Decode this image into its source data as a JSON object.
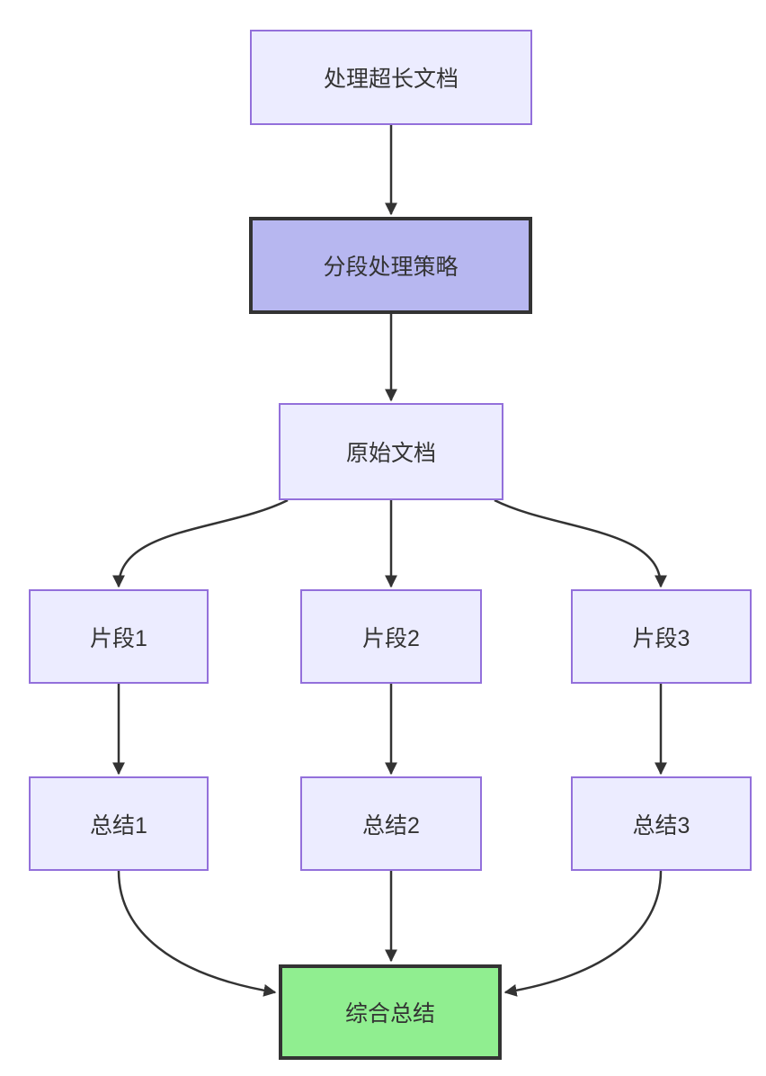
{
  "diagram": {
    "type": "flowchart",
    "direction": "top-down",
    "nodes": [
      {
        "id": "process-long-doc",
        "label": "处理超长文档",
        "style": "default"
      },
      {
        "id": "segmentation-strategy",
        "label": "分段处理策略",
        "style": "highlight"
      },
      {
        "id": "original-doc",
        "label": "原始文档",
        "style": "default"
      },
      {
        "id": "fragment-1",
        "label": "片段1",
        "style": "default"
      },
      {
        "id": "fragment-2",
        "label": "片段2",
        "style": "default"
      },
      {
        "id": "fragment-3",
        "label": "片段3",
        "style": "default"
      },
      {
        "id": "summary-1",
        "label": "总结1",
        "style": "default"
      },
      {
        "id": "summary-2",
        "label": "总结2",
        "style": "default"
      },
      {
        "id": "summary-3",
        "label": "总结3",
        "style": "default"
      },
      {
        "id": "final-summary",
        "label": "综合总结",
        "style": "result"
      }
    ],
    "edges": [
      {
        "from": "process-long-doc",
        "to": "segmentation-strategy"
      },
      {
        "from": "segmentation-strategy",
        "to": "original-doc"
      },
      {
        "from": "original-doc",
        "to": "fragment-1"
      },
      {
        "from": "original-doc",
        "to": "fragment-2"
      },
      {
        "from": "original-doc",
        "to": "fragment-3"
      },
      {
        "from": "fragment-1",
        "to": "summary-1"
      },
      {
        "from": "fragment-2",
        "to": "summary-2"
      },
      {
        "from": "fragment-3",
        "to": "summary-3"
      },
      {
        "from": "summary-1",
        "to": "final-summary"
      },
      {
        "from": "summary-2",
        "to": "final-summary"
      },
      {
        "from": "summary-3",
        "to": "final-summary"
      }
    ],
    "colors": {
      "node_fill": "#ECECFF",
      "node_border": "#9370DB",
      "highlight_fill": "#B7B7F0",
      "highlight_border": "#333333",
      "result_fill": "#90EE90",
      "result_border": "#333333",
      "edge": "#333333",
      "text": "#333333",
      "background": "#FFFFFF"
    }
  }
}
